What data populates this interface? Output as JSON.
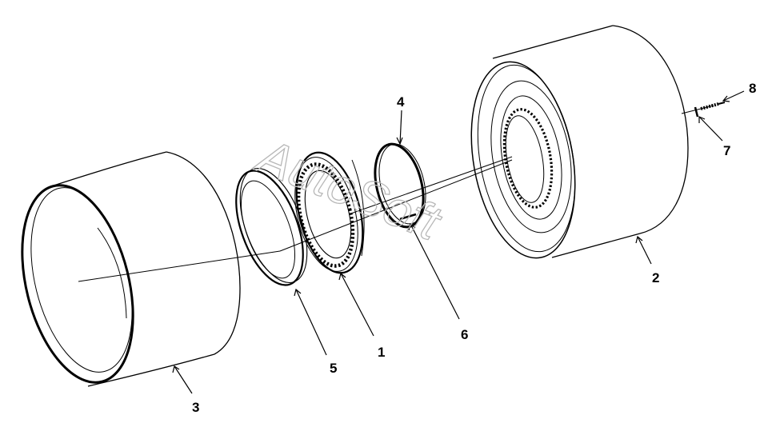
{
  "diagram": {
    "watermark": "AutoSoft",
    "callouts": [
      {
        "id": "c1",
        "label": "1"
      },
      {
        "id": "c2",
        "label": "2"
      },
      {
        "id": "c3",
        "label": "3"
      },
      {
        "id": "c4",
        "label": "4"
      },
      {
        "id": "c5",
        "label": "5"
      },
      {
        "id": "c6",
        "label": "6"
      },
      {
        "id": "c7",
        "label": "7"
      },
      {
        "id": "c8",
        "label": "8"
      }
    ]
  }
}
